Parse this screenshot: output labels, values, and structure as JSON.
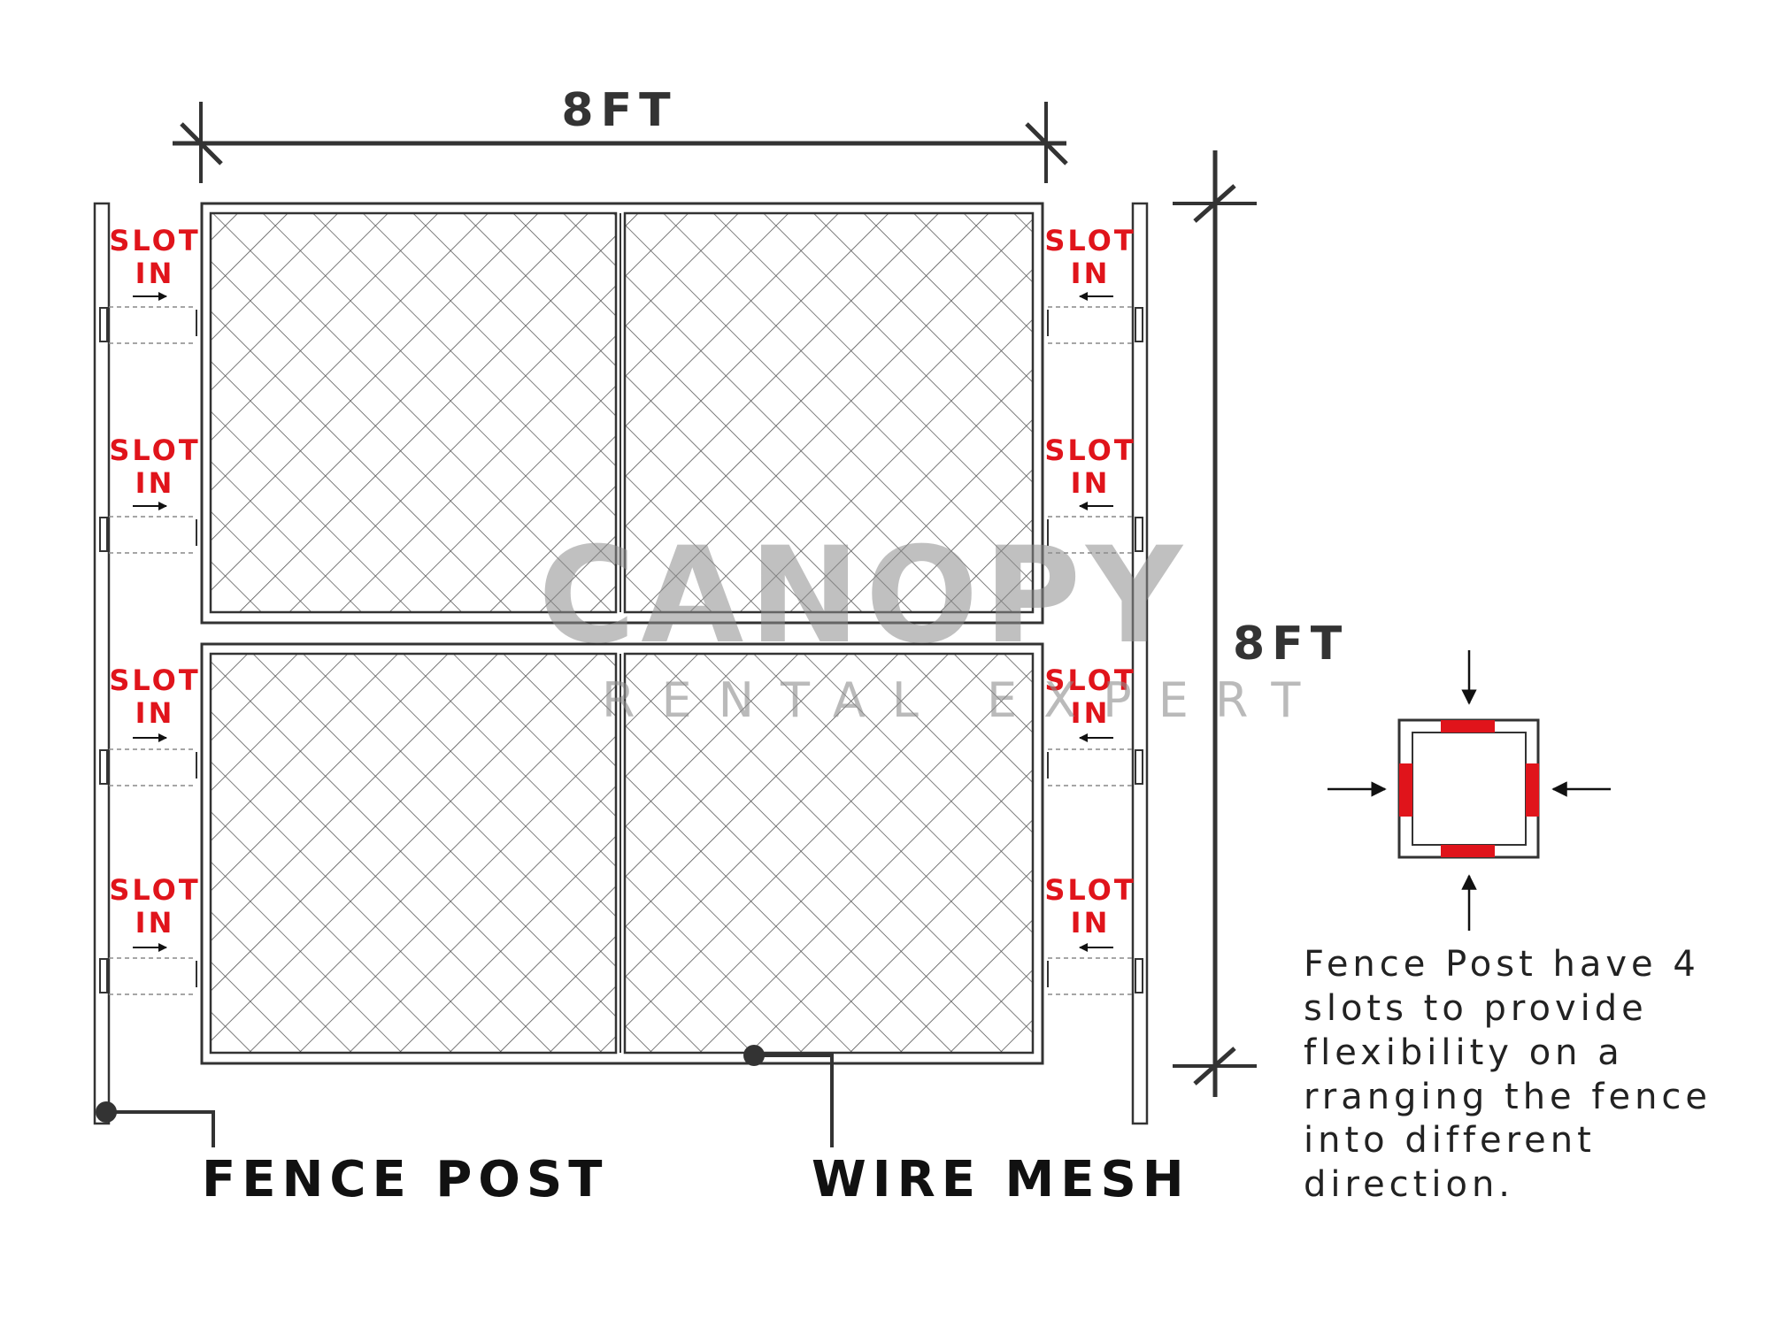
{
  "dimensions": {
    "width_label": "8FT",
    "height_label": "8FT"
  },
  "slot": {
    "line1": "SLOT",
    "line2": "IN"
  },
  "callouts": {
    "fence_post": "FENCE POST",
    "wire_mesh": "WIRE MESH"
  },
  "watermark": {
    "brand": "CANOPY",
    "tagline": "RENTAL EXPERT"
  },
  "note": {
    "lines": [
      "Fence Post have 4",
      "slots to provide",
      "flexibility on a",
      "rranging the fence",
      "into different",
      "direction."
    ]
  },
  "colors": {
    "slot_accent": "#e0141b",
    "line": "#333333",
    "mesh": "#555555"
  }
}
